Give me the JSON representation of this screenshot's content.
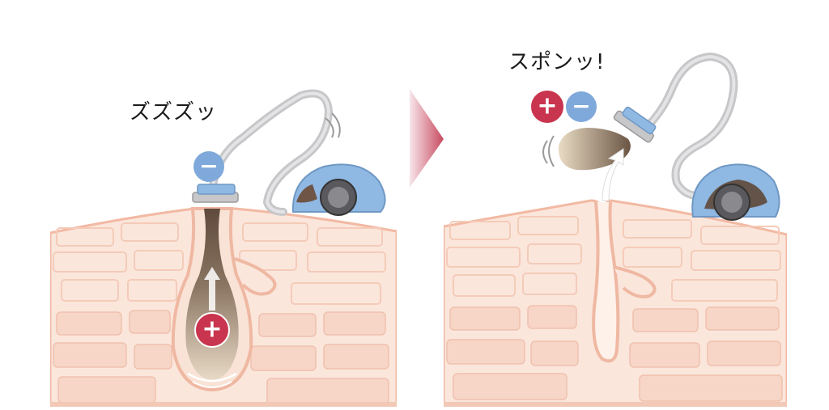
{
  "panels": [
    {
      "id": "before",
      "caption": "ズズズッ",
      "charges": {
        "vacuum_head": "−",
        "pore_contents": "+"
      },
      "colors": {
        "vacuum_body": "#8fb8e2",
        "skin": "#fbe6dc",
        "sebum_plug": "#cdb79a"
      }
    },
    {
      "id": "after",
      "caption": "スポンッ!",
      "charges": {
        "plug_left": "+",
        "plug_right": "−"
      },
      "colors": {
        "vacuum_body": "#8fb8e2",
        "skin": "#fbe6dc",
        "sebum_plug": "#cdb79a"
      }
    }
  ],
  "arrow_color": "#c84a60",
  "icons": [
    "minus-charge-icon",
    "plus-charge-icon",
    "vacuum-icon",
    "pore-icon",
    "sebum-plug-icon",
    "arrow-right-icon"
  ]
}
